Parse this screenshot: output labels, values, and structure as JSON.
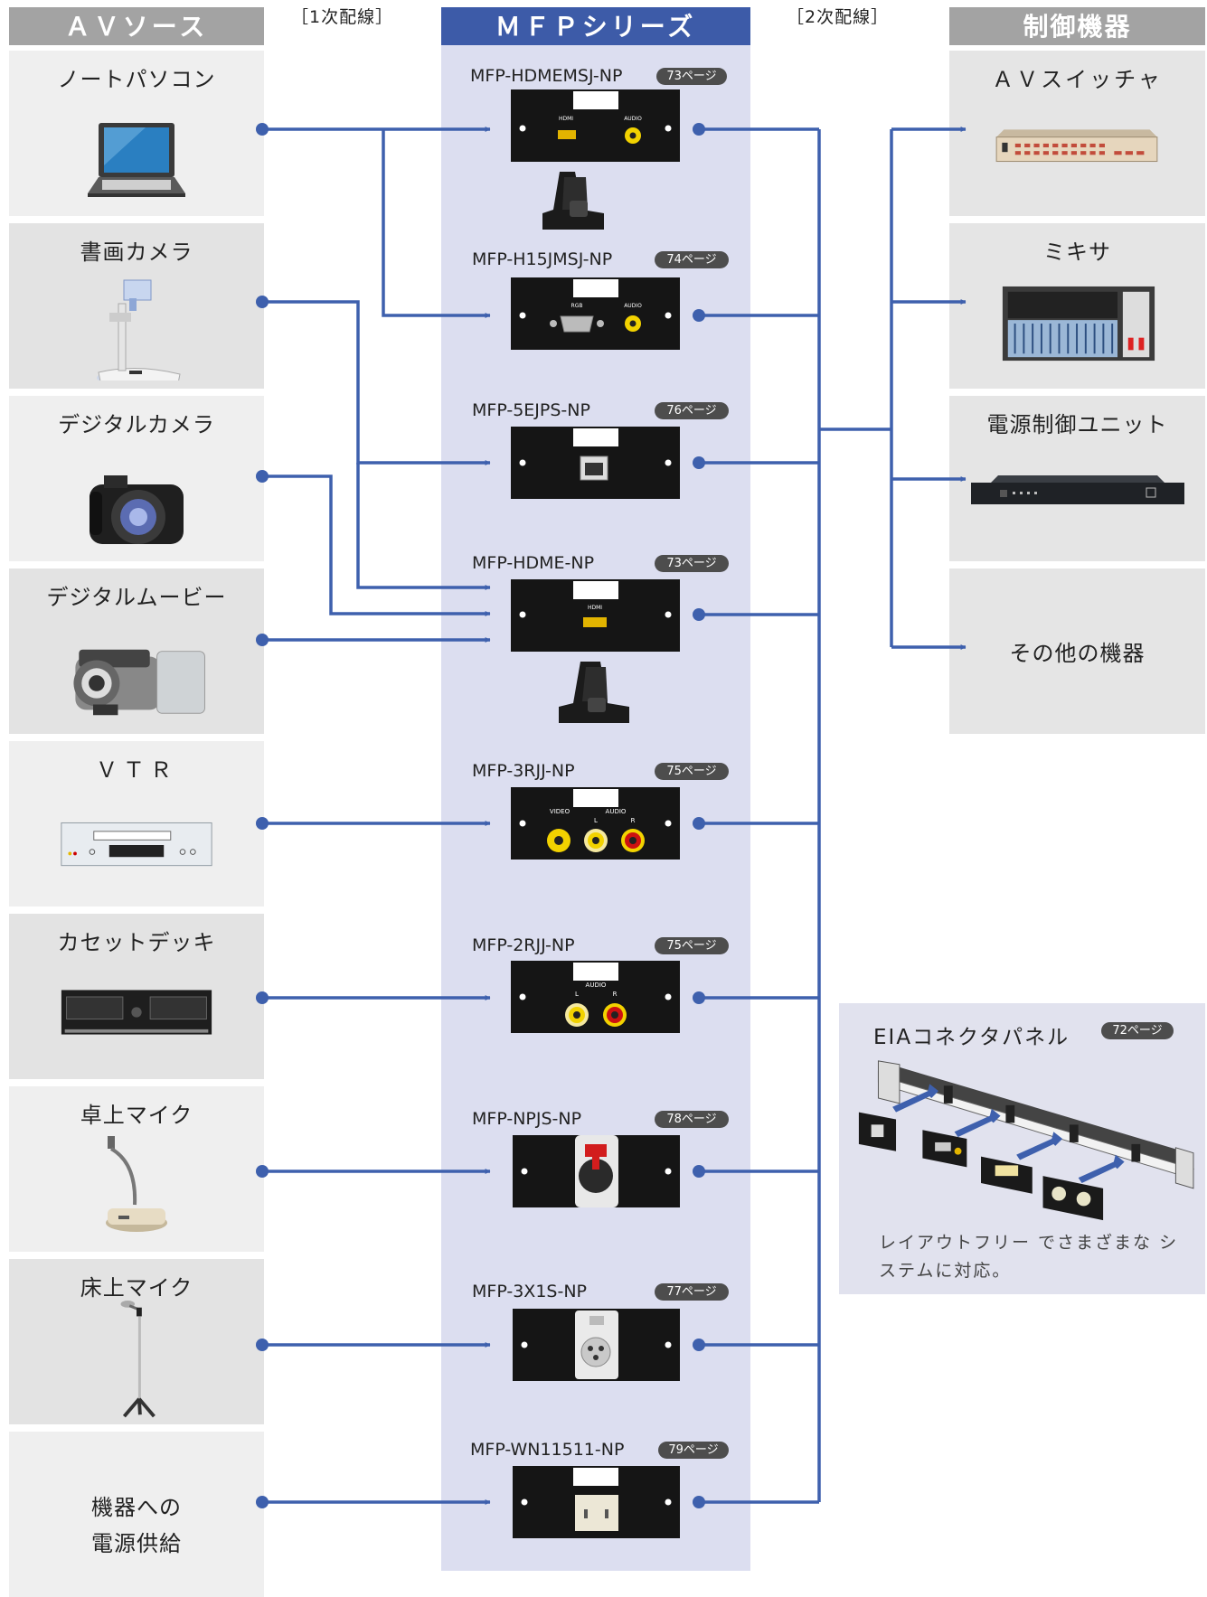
{
  "headers": {
    "sources": "ＡＶソース",
    "mfp": "ＭＦＰシリーズ",
    "control": "制御機器",
    "wiring1": "［1次配線］",
    "wiring2": "［2次配線］"
  },
  "sources": [
    {
      "label": "ノートパソコン",
      "icon": "laptop-icon"
    },
    {
      "label": "書画カメラ",
      "icon": "document-camera-icon"
    },
    {
      "label": "デジタルカメラ",
      "icon": "digital-camera-icon"
    },
    {
      "label": "デジタルムービー",
      "icon": "camcorder-icon"
    },
    {
      "label": "ＶＴＲ",
      "icon": "vcr-icon"
    },
    {
      "label": "カセットデッキ",
      "icon": "cassette-deck-icon"
    },
    {
      "label": "卓上マイク",
      "icon": "desk-microphone-icon"
    },
    {
      "label": "床上マイク",
      "icon": "floor-microphone-icon"
    },
    {
      "label": "機器への",
      "label2": "電源供給",
      "icon": ""
    }
  ],
  "mfp": [
    {
      "name": "MFP-HDMEMSJ-NP",
      "page": "73ページ",
      "ports": [
        "HDMI",
        "AUDIO"
      ]
    },
    {
      "name": "MFP-H15JMSJ-NP",
      "page": "74ページ",
      "ports": [
        "RGB",
        "AUDIO"
      ]
    },
    {
      "name": "MFP-5EJPS-NP",
      "page": "76ページ",
      "ports": []
    },
    {
      "name": "MFP-HDME-NP",
      "page": "73ページ",
      "ports": [
        "HDMI"
      ]
    },
    {
      "name": "MFP-3RJJ-NP",
      "page": "75ページ",
      "ports": [
        "VIDEO",
        "AUDIO",
        "L",
        "R"
      ]
    },
    {
      "name": "MFP-2RJJ-NP",
      "page": "75ページ",
      "ports": [
        "AUDIO",
        "L",
        "R"
      ]
    },
    {
      "name": "MFP-NPJS-NP",
      "page": "78ページ",
      "ports": []
    },
    {
      "name": "MFP-3X1S-NP",
      "page": "77ページ",
      "ports": []
    },
    {
      "name": "MFP-WN11511-NP",
      "page": "79ページ",
      "ports": []
    }
  ],
  "control": [
    {
      "label": "ＡＶスイッチャ",
      "icon": "av-switcher-icon"
    },
    {
      "label": "ミキサ",
      "icon": "mixer-icon"
    },
    {
      "label": "電源制御ユニット",
      "icon": "power-control-unit-icon"
    },
    {
      "label": "その他の機器",
      "icon": ""
    }
  ],
  "eia": {
    "title": "EIAコネクタパネル",
    "page": "72ページ",
    "caption": "レイアウトフリー でさまざまな システムに対応。"
  },
  "colors": {
    "header_gray": "#a3a3a3",
    "header_blue": "#3d5ba8",
    "connector_blue": "#3e60ad",
    "column_bg": "#dcdef0",
    "source_bg_light": "#efefef",
    "source_bg_dark": "#e3e3e3"
  }
}
